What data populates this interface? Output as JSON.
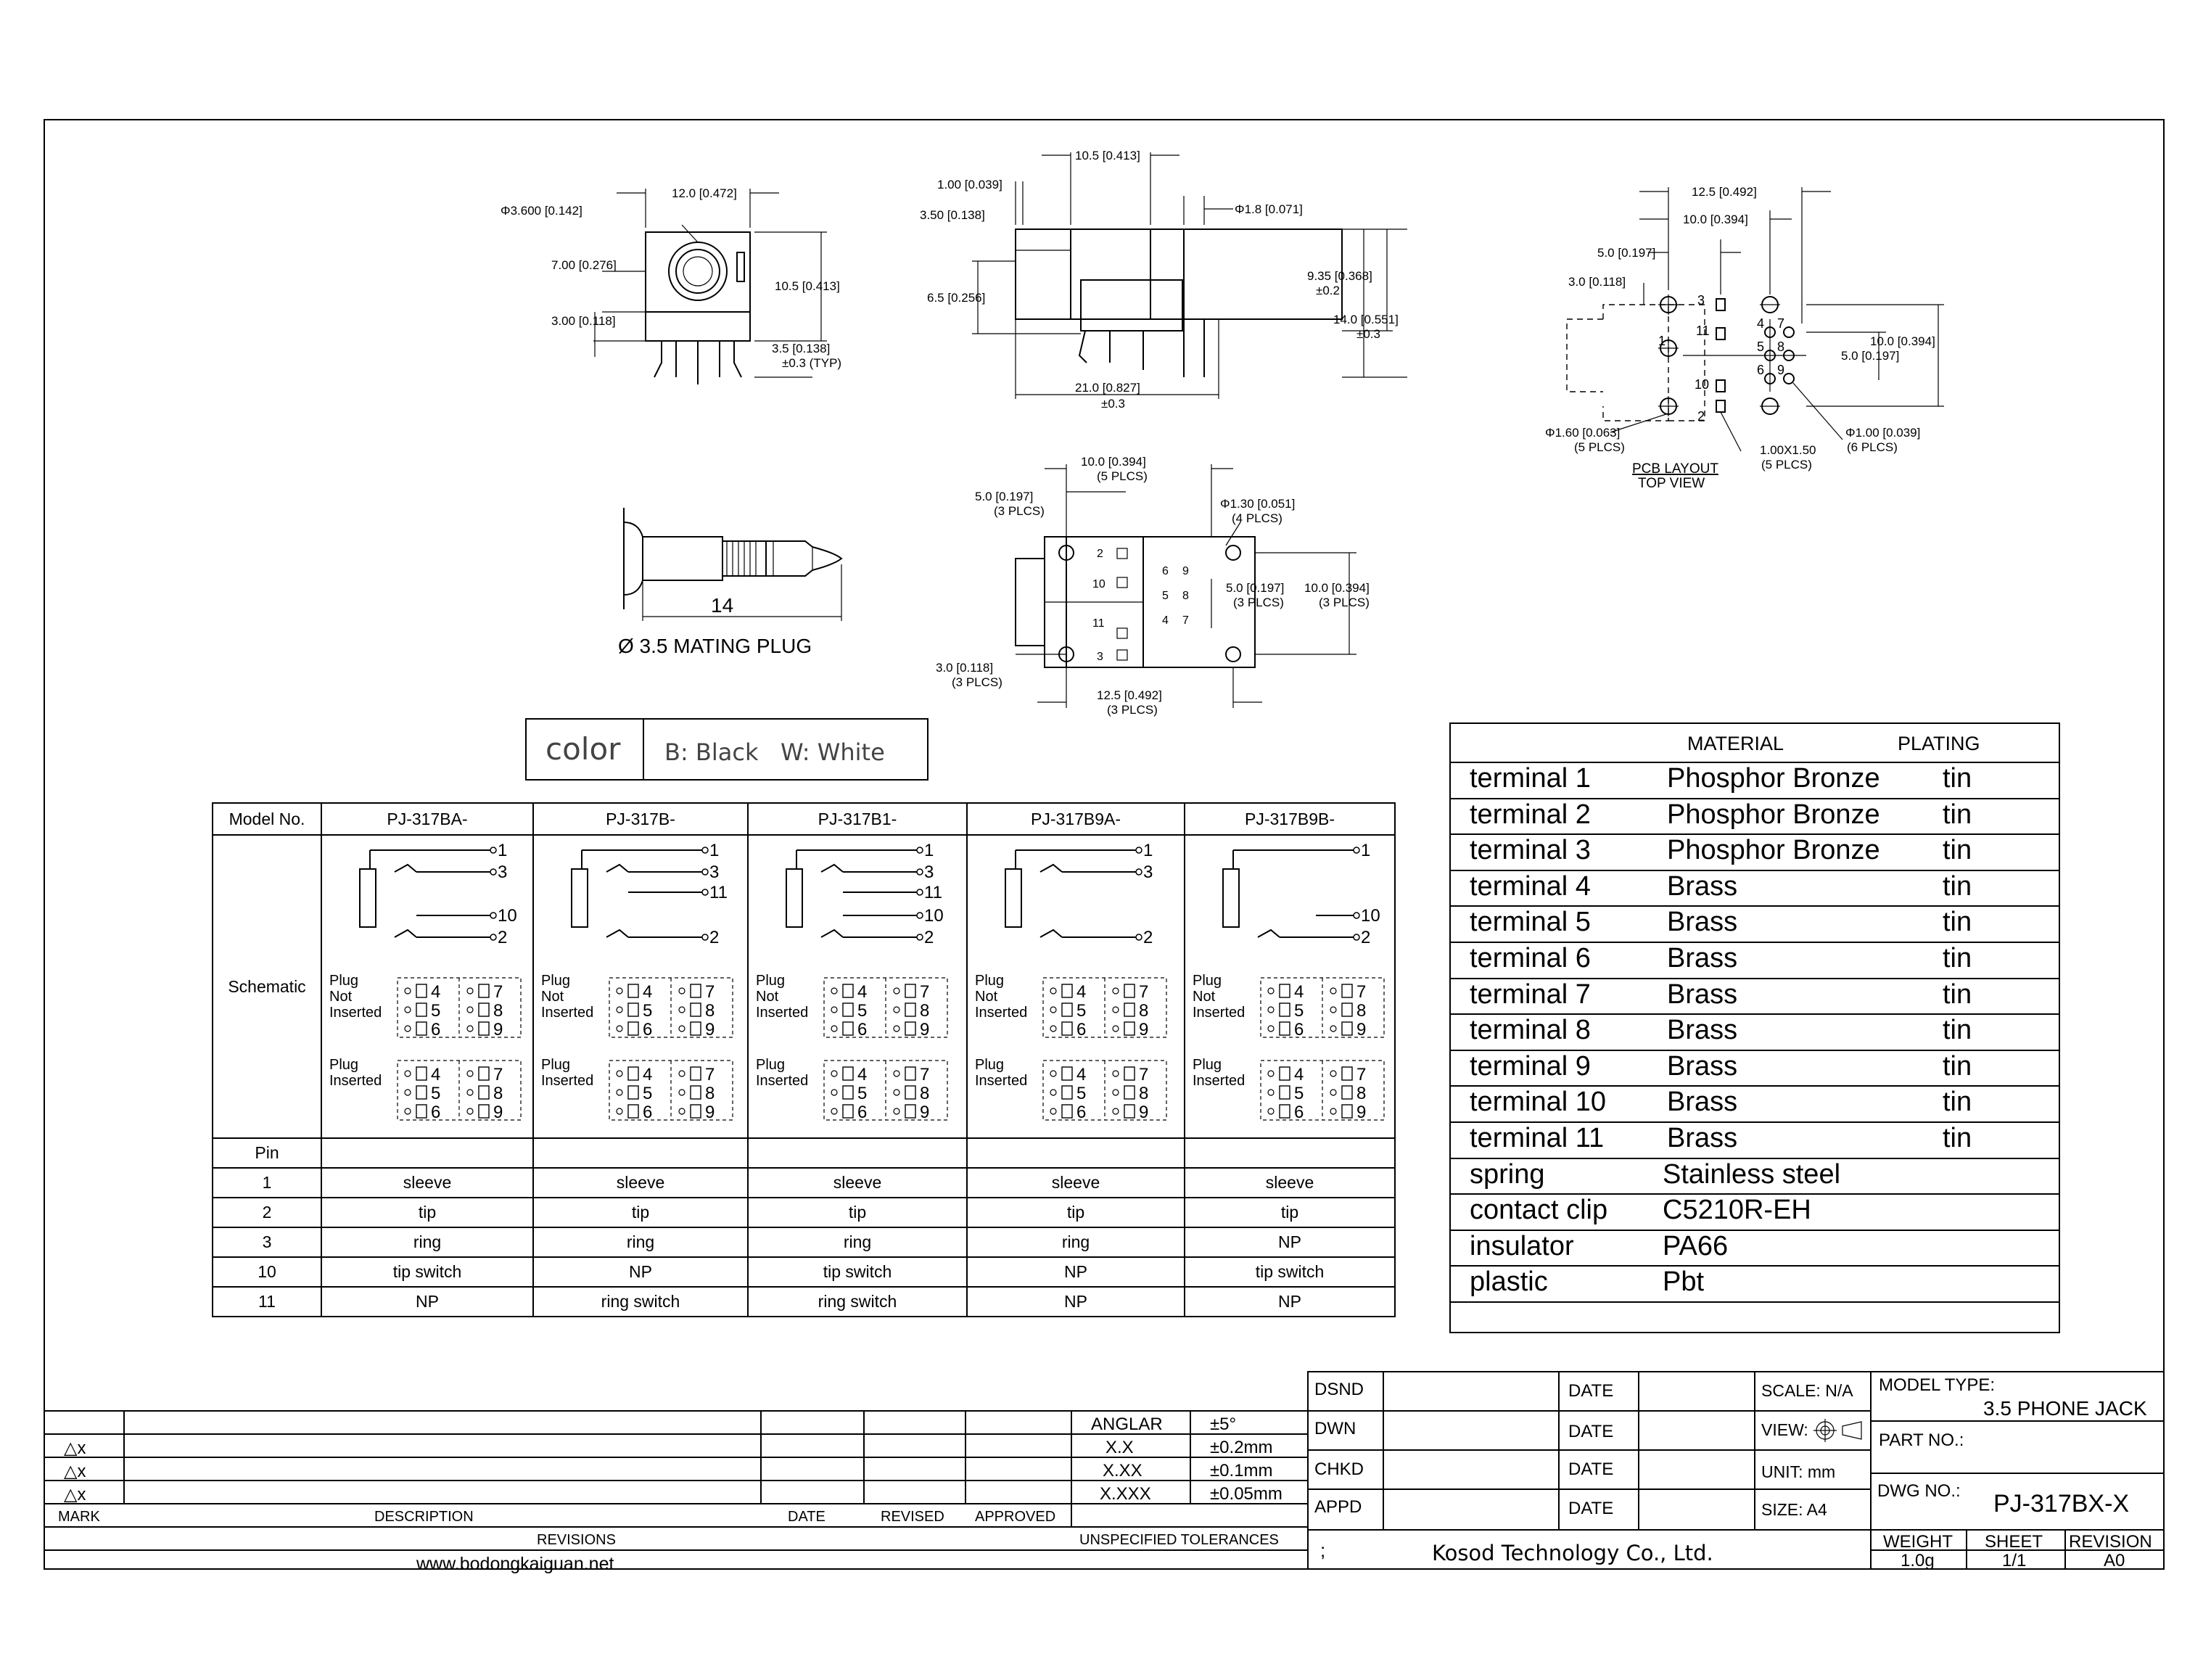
{
  "views": {
    "front": {
      "dims": [
        "12.0 [0.472]",
        "Φ3.600 [0.142]",
        "7.00 [0.276]",
        "10.5 [0.413]",
        "3.00 [0.118]",
        "3.5 [0.138]",
        "±0.3 (TYP)"
      ]
    },
    "side": {
      "dims": [
        "10.5 [0.413]",
        "1.00 [0.039]",
        "3.50 [0.138]",
        "Φ1.8 [0.071]",
        "6.5 [0.256]",
        "9.35 [0.368]",
        "±0.2",
        "14.0 [0.551]",
        "±0.3",
        "21.0 [0.827]",
        "±0.3"
      ]
    },
    "pcb": {
      "dims": [
        "12.5 [0.492]",
        "10.0 [0.394]",
        "5.0 [0.197]",
        "3.0 [0.118]",
        "10.0 [0.394]",
        "5.0 [0.197]",
        "Φ1.60 [0.063]",
        "(5 PLCS)",
        "1.00X1.50",
        "(5 PLCS)",
        "Φ1.00 [0.039]",
        "(6 PLCS)"
      ],
      "pins": [
        "3",
        "11",
        "1",
        "5",
        "8",
        "4",
        "7",
        "10",
        "6",
        "9",
        "2"
      ],
      "label": "PCB LAYOUT",
      "sublabel": "TOP VIEW"
    },
    "plug": {
      "dim": "14",
      "label": "Ø 3.5 MATING PLUG"
    },
    "bottom": {
      "dims": [
        "10.0 [0.394]",
        "(5 PLCS)",
        "5.0 [0.197]",
        "(3 PLCS)",
        "Φ1.30 [0.051]",
        "(4 PLCS)",
        "5.0 [0.197]",
        "(3 PLCS)",
        "10.0 [0.394]",
        "(3 PLCS)",
        "3.0 [0.118]",
        "(3 PLCS)",
        "12.5 [0.492]",
        "(3 PLCS)"
      ],
      "pins": [
        "2",
        "6",
        "9",
        "10",
        "5",
        "8",
        "4",
        "7",
        "11",
        "3"
      ]
    }
  },
  "color": {
    "label": "color",
    "options": "B: Black   W: White"
  },
  "model_table": {
    "header_label": "Model No.",
    "models": [
      "PJ-317BA-",
      "PJ-317B-",
      "PJ-317B1-",
      "PJ-317B9A-",
      "PJ-317B9B-"
    ],
    "schematic_label": "Schematic",
    "plug_not_inserted": "Plug\nNot\nInserted",
    "plug_inserted": "Plug\nInserted",
    "pin_label": "Pin",
    "rows": [
      {
        "pin": "1",
        "values": [
          "sleeve",
          "sleeve",
          "sleeve",
          "sleeve",
          "sleeve"
        ]
      },
      {
        "pin": "2",
        "values": [
          "tip",
          "tip",
          "tip",
          "tip",
          "tip"
        ]
      },
      {
        "pin": "3",
        "values": [
          "ring",
          "ring",
          "ring",
          "ring",
          "NP"
        ]
      },
      {
        "pin": "10",
        "values": [
          "tip switch",
          "NP",
          "tip switch",
          "NP",
          "tip switch"
        ]
      },
      {
        "pin": "11",
        "values": [
          "NP",
          "ring switch",
          "ring switch",
          "NP",
          "NP"
        ]
      }
    ],
    "schematic_pins": [
      [
        "1",
        "3",
        "10",
        "2"
      ],
      [
        "1",
        "3",
        "11",
        "2"
      ],
      [
        "1",
        "3",
        "11",
        "10",
        "2"
      ],
      [
        "1",
        "3",
        "2"
      ],
      [
        "1",
        "10",
        "2"
      ]
    ],
    "switch_numbers": [
      "4",
      "7",
      "5",
      "8",
      "6",
      "9"
    ]
  },
  "materials": {
    "header_material": "MATERIAL",
    "header_plating": "PLATING",
    "rows": [
      {
        "part": "terminal 1",
        "material": "Phosphor Bronze",
        "plating": "tin"
      },
      {
        "part": "terminal 2",
        "material": "Phosphor Bronze",
        "plating": "tin"
      },
      {
        "part": "terminal 3",
        "material": "Phosphor Bronze",
        "plating": "tin"
      },
      {
        "part": "terminal 4",
        "material": "Brass",
        "plating": "tin"
      },
      {
        "part": "terminal 5",
        "material": "Brass",
        "plating": "tin"
      },
      {
        "part": "terminal 6",
        "material": "Brass",
        "plating": "tin"
      },
      {
        "part": "terminal 7",
        "material": "Brass",
        "plating": "tin"
      },
      {
        "part": "terminal 8",
        "material": "Brass",
        "plating": "tin"
      },
      {
        "part": "terminal 9",
        "material": "Brass",
        "plating": "tin"
      },
      {
        "part": "terminal 10",
        "material": "Brass",
        "plating": "tin"
      },
      {
        "part": "terminal 11",
        "material": "Brass",
        "plating": "tin"
      },
      {
        "part": "spring",
        "material": "Stainless steel",
        "plating": ""
      },
      {
        "part": "contact clip",
        "material": "C5210R-EH",
        "plating": ""
      },
      {
        "part": "insulator",
        "material": "PA66",
        "plating": ""
      },
      {
        "part": "plastic",
        "material": "Pbt",
        "plating": ""
      }
    ]
  },
  "title_block": {
    "tolerances": {
      "angular_label": "ANGLAR",
      "angular_value": "±5°",
      "xx_label": "X.X",
      "xx_value": "±0.2mm",
      "xxx_label": "X.XX",
      "xxx_value": "±0.1mm",
      "xxxx_label": "X.XXX",
      "xxxx_value": "±0.05mm",
      "caption": "UNSPECIFIED TOLERANCES"
    },
    "revision": {
      "marks": [
        "△x",
        "△x",
        "△x"
      ],
      "mark_label": "MARK",
      "description_label": "DESCRIPTION",
      "date_label": "DATE",
      "revised_label": "REVISED",
      "approved_label": "APPROVED",
      "caption": "REVISIONS",
      "website": "www.bodongkaiguan.net"
    },
    "sign": {
      "dsnd": "DSND",
      "dwn": "DWN",
      "chkd": "CHKD",
      "appd": "APPD",
      "date": "DATE",
      "scale": "SCALE: N/A",
      "view": "VIEW:",
      "unit": "UNIT: mm",
      "size": "SIZE: A4"
    },
    "company": "Kosod Technology Co., Ltd.",
    "company_mark": ";",
    "model_type_label": "MODEL TYPE:",
    "model_type": "3.5 PHONE JACK",
    "part_no_label": "PART NO.:",
    "dwg_no_label": "DWG NO.:",
    "dwg_no": "PJ-317BX-X",
    "weight_label": "WEIGHT",
    "weight": "1.0g",
    "sheet_label": "SHEET",
    "sheet": "1/1",
    "revision_label": "REVISION",
    "revision_value": "A0"
  }
}
